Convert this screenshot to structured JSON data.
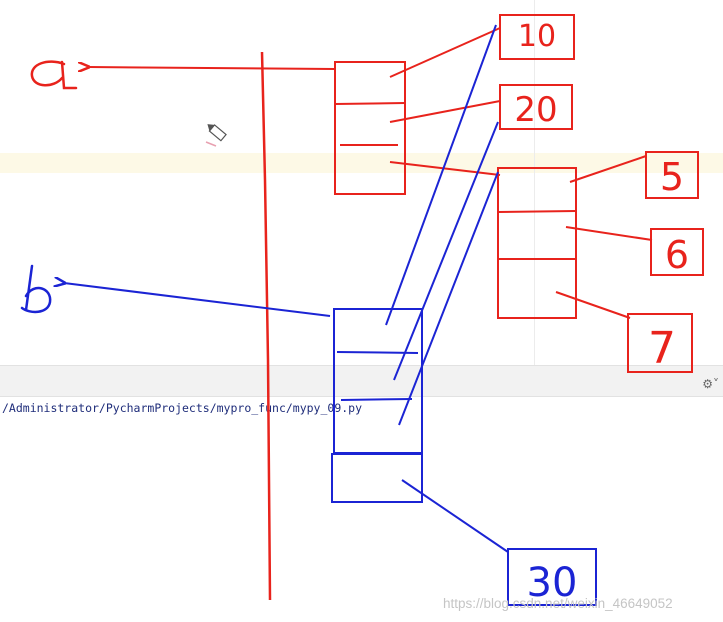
{
  "editor": {
    "console_path": "/Administrator/PycharmProjects/mypro_func/mypy_09.py",
    "gear_icon": "⚙˅"
  },
  "diagram": {
    "var_a": "a",
    "var_b": "b",
    "values": {
      "v10": "10",
      "v20": "20",
      "v5": "5",
      "v6": "6",
      "v7": "7",
      "v30": "30"
    }
  },
  "watermark": "https://blog.csdn.net/weixin_46649052",
  "colors": {
    "red": "#e8231c",
    "blue": "#1b24d4",
    "text_path": "#1f2d7a",
    "toolbar": "#f2f2f2",
    "highlight": "#fdf9e6"
  }
}
